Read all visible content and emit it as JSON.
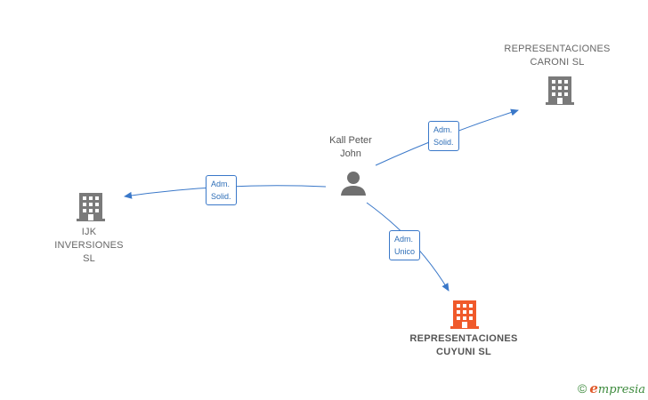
{
  "colors": {
    "edge": "#3a78c9",
    "building": "#7a7a7a",
    "building_main": "#f05a2b",
    "person": "#6f6f6f",
    "brand": "#3c8a3c"
  },
  "person": {
    "name_lines": [
      "Kall Peter",
      "John"
    ],
    "icon": "person-icon"
  },
  "companies": [
    {
      "key": "caroni",
      "lines": [
        "REPRESENTACIONES",
        "CARONI  SL"
      ],
      "icon": "building-icon"
    },
    {
      "key": "ijk",
      "lines": [
        "IJK",
        "INVERSIONES",
        "SL"
      ],
      "icon": "building-icon"
    },
    {
      "key": "cuyuni",
      "lines": [
        "REPRESENTACIONES",
        "CUYUNI  SL"
      ],
      "icon": "building-icon",
      "highlight": true
    }
  ],
  "relations": [
    {
      "to": "caroni",
      "lines": [
        "Adm.",
        "Solid."
      ]
    },
    {
      "to": "ijk",
      "lines": [
        "Adm.",
        "Solid."
      ]
    },
    {
      "to": "cuyuni",
      "lines": [
        "Adm.",
        "Unico"
      ]
    }
  ],
  "brand": {
    "copyright": "©",
    "name": "mpresia",
    "initial": "e"
  }
}
